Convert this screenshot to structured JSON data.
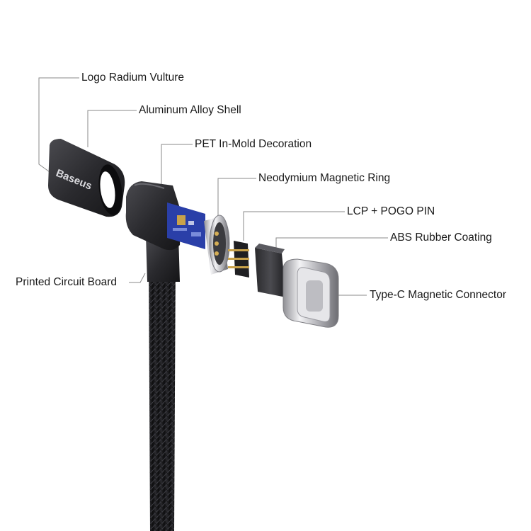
{
  "diagram": {
    "brand_logo": "Baseus",
    "callouts": [
      {
        "id": "logo",
        "text": "Logo Radium Vulture"
      },
      {
        "id": "shell",
        "text": "Aluminum Alloy Shell"
      },
      {
        "id": "pet",
        "text": "PET In-Mold Decoration"
      },
      {
        "id": "magnet",
        "text": "Neodymium Magnetic Ring"
      },
      {
        "id": "lcp",
        "text": "LCP + POGO PIN"
      },
      {
        "id": "abs",
        "text": "ABS Rubber Coating"
      },
      {
        "id": "typec",
        "text": "Type-C Magnetic Connector"
      },
      {
        "id": "pcb",
        "text": "Printed Circuit Board"
      }
    ]
  },
  "colors": {
    "leader_line": "#8a8a8a",
    "cable": "#1c1c1e",
    "pcb_blue": "#2a3fa8",
    "gold": "#c9a24a",
    "chrome": "#cfcfd2"
  }
}
